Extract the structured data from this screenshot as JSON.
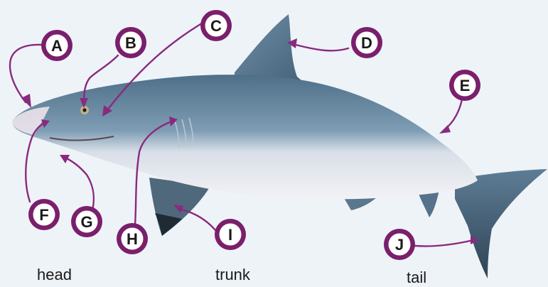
{
  "diagram": {
    "markers": [
      {
        "id": "A",
        "letter": "A"
      },
      {
        "id": "B",
        "letter": "B"
      },
      {
        "id": "C",
        "letter": "C"
      },
      {
        "id": "D",
        "letter": "D"
      },
      {
        "id": "E",
        "letter": "E"
      },
      {
        "id": "F",
        "letter": "F"
      },
      {
        "id": "G",
        "letter": "G"
      },
      {
        "id": "H",
        "letter": "H"
      },
      {
        "id": "I",
        "letter": "I"
      },
      {
        "id": "J",
        "letter": "J"
      }
    ],
    "region_labels": {
      "head": "head",
      "trunk": "trunk",
      "tail": "tail"
    },
    "colors": {
      "marker_fill": "#ffffff",
      "marker_ring": "#7a1f6b",
      "pointer_line": "#8a2a7e",
      "shark_back": "#5f7f96",
      "shark_belly": "#eeeef2",
      "background": "#eef3f8"
    }
  }
}
